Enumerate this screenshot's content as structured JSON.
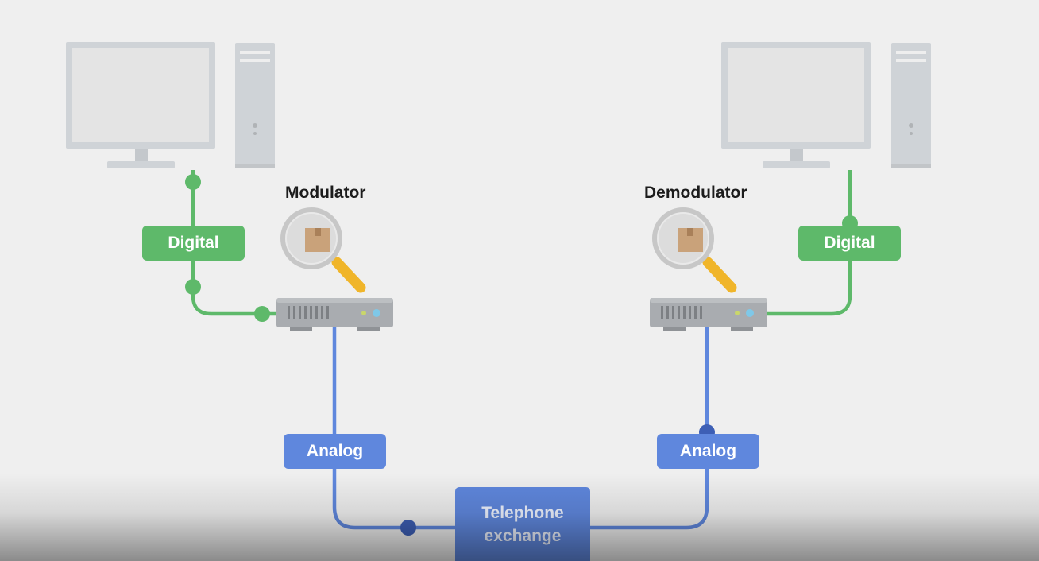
{
  "labels": {
    "modulator": "Modulator",
    "demodulator": "Demodulator",
    "digital_left": "Digital",
    "digital_right": "Digital",
    "analog_left": "Analog",
    "analog_right": "Analog",
    "exchange_line1": "Telephone",
    "exchange_line2": "exchange"
  },
  "colors": {
    "background": "#efefef",
    "digital": "#5eb96a",
    "analog": "#5f87dd",
    "analog_node": "#3d5fb5",
    "device_gray": "#cfd3d7",
    "modem_gray": "#a9acb0",
    "magnifier_handle": "#f0b52a",
    "package": "#c9a27a"
  },
  "icons": [
    "monitor-icon",
    "tower-icon",
    "modem-icon",
    "magnifier-icon",
    "package-icon"
  ]
}
